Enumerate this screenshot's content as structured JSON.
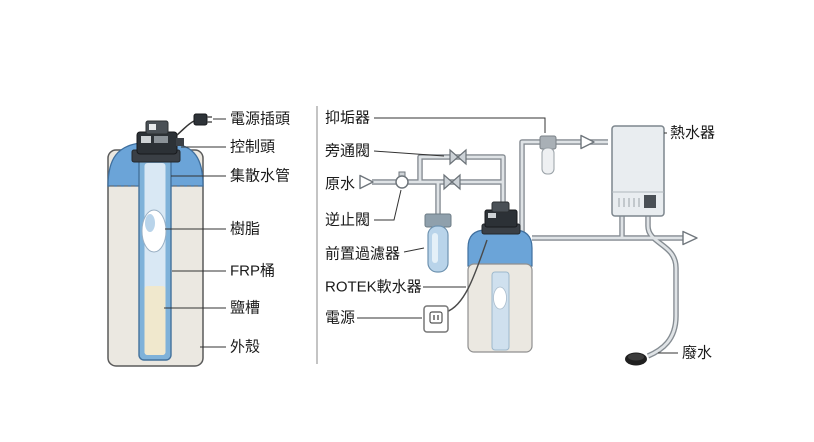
{
  "left_diagram": {
    "labels": {
      "power_plug": "電源插頭",
      "control_head": "控制頭",
      "distributor_pipe": "集散水管",
      "resin": "樹脂",
      "frp_tank": "FRP桶",
      "salt_tank": "鹽槽",
      "outer_shell": "外殼"
    }
  },
  "right_diagram": {
    "labels": {
      "scale_inhibitor": "抑垢器",
      "bypass_valve": "旁通閥",
      "raw_water": "原水",
      "check_valve": "逆止閥",
      "pre_filter": "前置過濾器",
      "softener": "ROTEK軟水器",
      "power": "電源",
      "water_heater": "熱水器",
      "waste_water": "廢水"
    }
  },
  "colors": {
    "tank_blue": "#6ba4d8",
    "shell_gray": "#ebe8e1",
    "salt_cream": "#f0e8cd",
    "tube_blue": "#7fb2d9",
    "pipe_gray": "#858c92",
    "label_color": "#1a1a1a",
    "heater_gray": "#e9edf0"
  }
}
